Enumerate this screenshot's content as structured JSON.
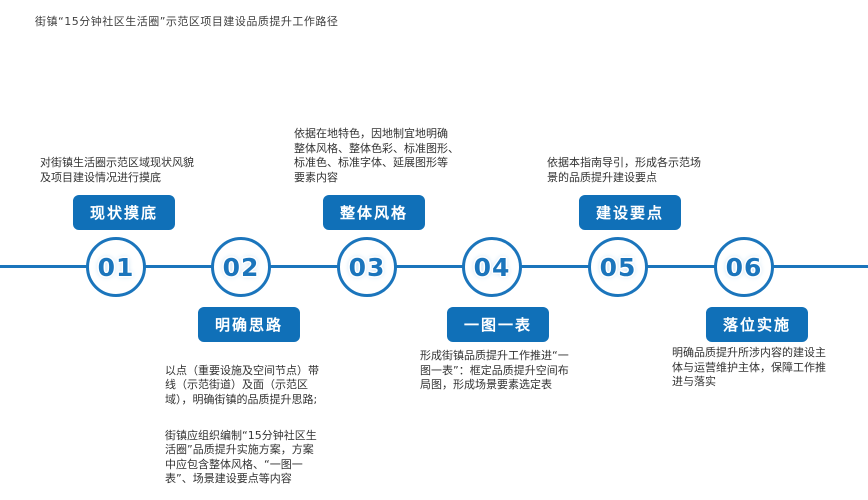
{
  "page": {
    "title": "街镇“15分钟社区生活圈”示范区项目建设品质提升工作路径"
  },
  "colors": {
    "accent": "#1b75bc",
    "button_bg": "#1070b8",
    "text": "#333333"
  },
  "timeline": {
    "steps": [
      {
        "number": "01",
        "label": "现状摸底",
        "placement": "top",
        "description": "对街镇生活圈示范区域现状风貌\n及项目建设情况进行摸底"
      },
      {
        "number": "02",
        "label": "明确思路",
        "placement": "bottom",
        "description": "以点（重要设施及空间节点）带\n线（示范街道）及面（示范区\n域），明确街镇的品质提升思路;",
        "description2": "街镇应组织编制“15分钟社区生\n活圈”品质提升实施方案，方案\n中应包含整体风格、“一图一\n表”、场景建设要点等内容"
      },
      {
        "number": "03",
        "label": "整体风格",
        "placement": "top",
        "description": "依据在地特色，因地制宜地明确\n整体风格、整体色彩、标准图形、\n标准色、标准字体、延展图形等\n要素内容"
      },
      {
        "number": "04",
        "label": "一图一表",
        "placement": "bottom",
        "description": "形成街镇品质提升工作推进“一\n图一表”：框定品质提升空间布\n局图，形成场景要素选定表"
      },
      {
        "number": "05",
        "label": "建设要点",
        "placement": "top",
        "description": "依据本指南导引，形成各示范场\n景的品质提升建设要点"
      },
      {
        "number": "06",
        "label": "落位实施",
        "placement": "bottom",
        "description": "明确品质提升所涉内容的建设主\n体与运营维护主体，保障工作推\n进与落实"
      }
    ]
  }
}
